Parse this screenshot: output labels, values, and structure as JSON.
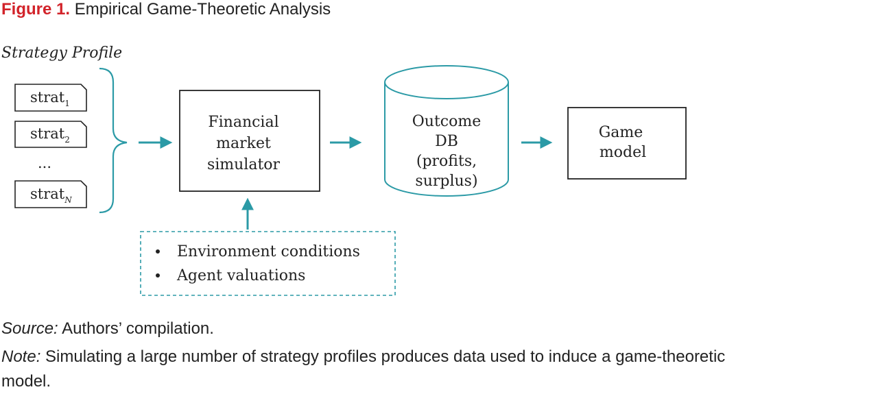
{
  "figure": {
    "label": "Figure 1.",
    "title": "Empirical Game-Theoretic Analysis"
  },
  "strategy_profile": {
    "heading": "Strategy Profile",
    "strategies": [
      {
        "base": "strat",
        "sub": "1"
      },
      {
        "base": "strat",
        "sub": "2"
      },
      {
        "base": "strat",
        "sub": "N"
      }
    ],
    "ellipsis": "..."
  },
  "simulator": {
    "lines": [
      "Financial",
      "market",
      "simulator"
    ]
  },
  "outcome_db": {
    "lines": [
      "Outcome",
      "DB",
      "(profits,",
      "surplus)"
    ]
  },
  "game_model": {
    "lines": [
      "Game",
      "model"
    ]
  },
  "inputs": {
    "items": [
      "Environment conditions",
      "Agent valuations"
    ]
  },
  "source": {
    "label": "Source:",
    "text": "Authors’ compilation."
  },
  "note": {
    "label": "Note:",
    "text": "Simulating a large number of strategy profiles produces data used to induce a game-theoretic",
    "text2": "model."
  },
  "colors": {
    "accent": "#2b9aa6",
    "title_red": "#d2232a",
    "ink": "#222222"
  }
}
